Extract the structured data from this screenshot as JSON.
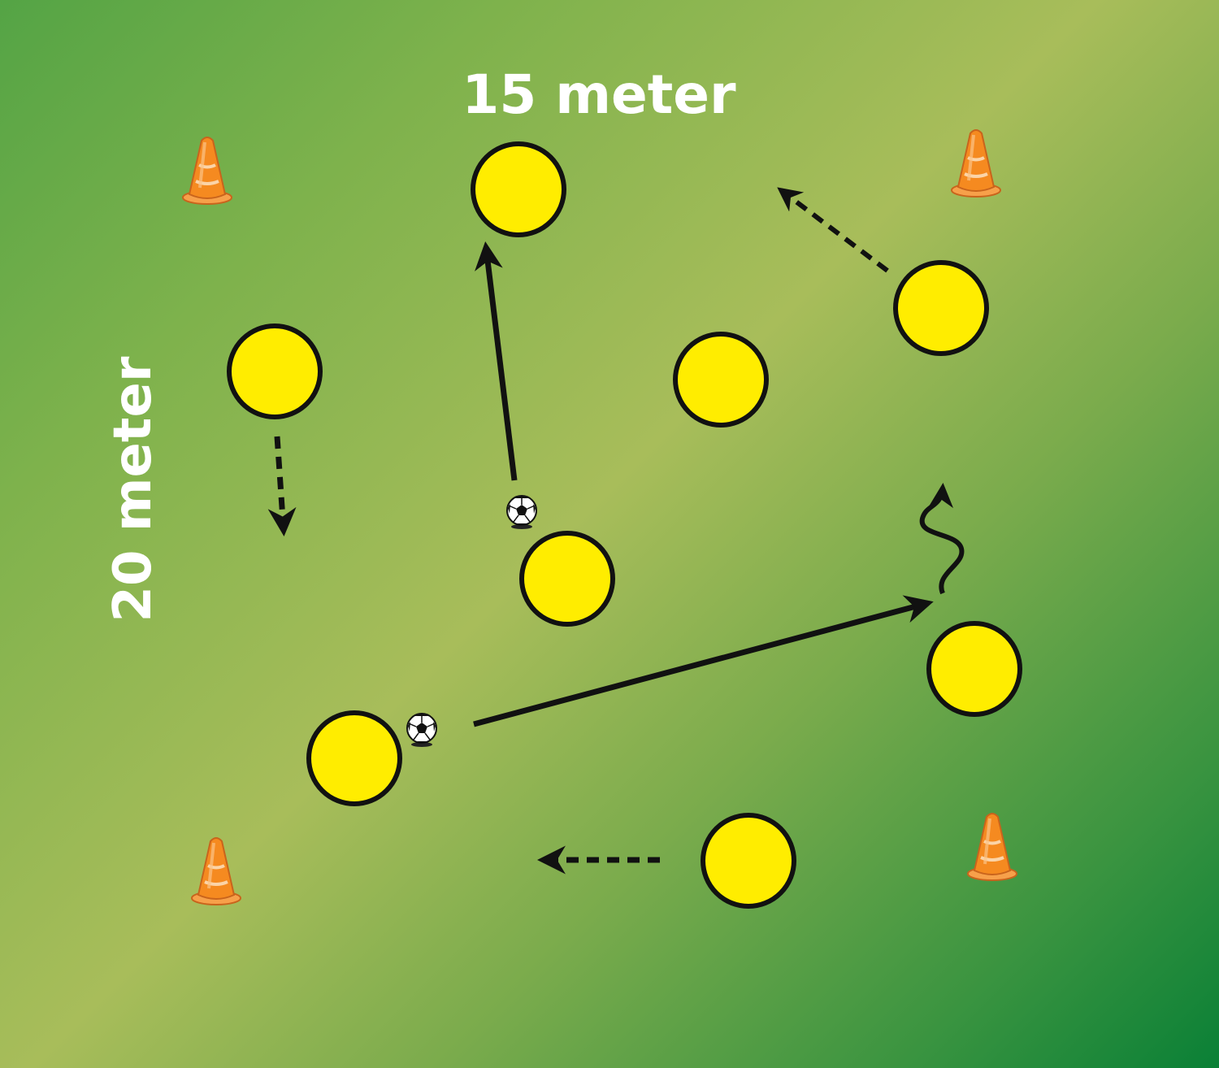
{
  "labels": {
    "width": "15 meter",
    "length": "20 meter"
  },
  "icons": {
    "cone": "cone-icon",
    "ball": "soccer-ball-icon",
    "player": "player-circle"
  },
  "colors": {
    "player_fill": "#ffed00",
    "player_stroke": "#111111",
    "cone": "#f58a20",
    "arrow": "#111111",
    "label": "#ffffff"
  },
  "legend_semantics": {
    "solid_arrow": "pass",
    "dashed_arrow": "run",
    "wavy_arrow": "dribble"
  }
}
